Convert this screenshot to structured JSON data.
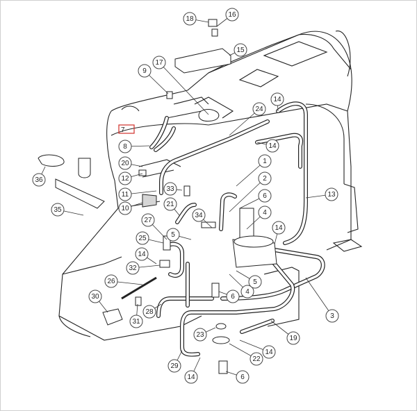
{
  "diagram": {
    "highlighted_part": "7",
    "callouts": [
      {
        "id": "1"
      },
      {
        "id": "2"
      },
      {
        "id": "3"
      },
      {
        "id": "4a"
      },
      {
        "id": "4b"
      },
      {
        "id": "5a"
      },
      {
        "id": "5b"
      },
      {
        "id": "6a"
      },
      {
        "id": "6b"
      },
      {
        "id": "6c"
      },
      {
        "id": "8"
      },
      {
        "id": "9"
      },
      {
        "id": "10"
      },
      {
        "id": "11"
      },
      {
        "id": "12"
      },
      {
        "id": "13"
      },
      {
        "id": "14a"
      },
      {
        "id": "14b"
      },
      {
        "id": "14c"
      },
      {
        "id": "14d"
      },
      {
        "id": "14e"
      },
      {
        "id": "14f"
      },
      {
        "id": "15"
      },
      {
        "id": "16"
      },
      {
        "id": "17"
      },
      {
        "id": "18"
      },
      {
        "id": "19"
      },
      {
        "id": "20"
      },
      {
        "id": "21"
      },
      {
        "id": "22"
      },
      {
        "id": "23"
      },
      {
        "id": "24"
      },
      {
        "id": "25"
      },
      {
        "id": "26"
      },
      {
        "id": "27"
      },
      {
        "id": "28"
      },
      {
        "id": "29"
      },
      {
        "id": "30"
      },
      {
        "id": "31"
      },
      {
        "id": "32"
      },
      {
        "id": "33"
      },
      {
        "id": "34"
      },
      {
        "id": "35"
      },
      {
        "id": "36"
      }
    ],
    "labels": {
      "1": "1",
      "2": "2",
      "3": "3",
      "4a": "4",
      "4b": "4",
      "5a": "5",
      "5b": "5",
      "6a": "6",
      "6b": "6",
      "6c": "6",
      "7": "7",
      "8": "8",
      "9": "9",
      "10": "10",
      "11": "11",
      "12": "12",
      "13": "13",
      "14a": "14",
      "14b": "14",
      "14c": "14",
      "14d": "14",
      "14e": "14",
      "14f": "14",
      "15": "15",
      "16": "16",
      "17": "17",
      "18": "18",
      "19": "19",
      "20": "20",
      "21": "21",
      "22": "22",
      "23": "23",
      "24": "24",
      "25": "25",
      "26": "26",
      "27": "27",
      "28": "28",
      "29": "29",
      "30": "30",
      "31": "31",
      "32": "32",
      "33": "33",
      "34": "34",
      "35": "35",
      "36": "36"
    }
  }
}
